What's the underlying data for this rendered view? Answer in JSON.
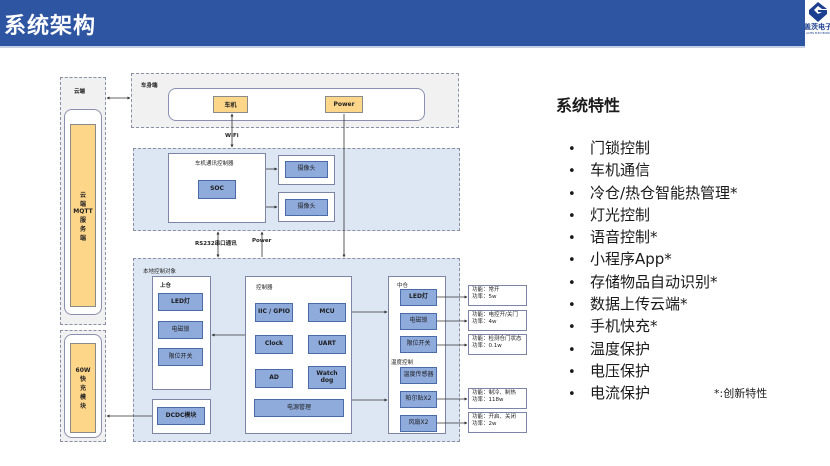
{
  "header": {
    "title": "系统架构",
    "logo": {
      "name_cn": "盖茨电子",
      "name_en": "GATES ELECTRONICS",
      "icon": "gates-logo-icon"
    }
  },
  "colors": {
    "header_bg": "#2e55a2",
    "block_blue": "#8fabdc",
    "block_orange": "#fdd68a",
    "zone_blue": "#dde7f3",
    "zone_grey": "#f1f1f1"
  },
  "diagram": {
    "cloud": {
      "label": "云端",
      "server_label": "云端MQTT服务端",
      "server_lines": [
        "云",
        "端",
        "MQTT",
        "服",
        "务",
        "端"
      ]
    },
    "charger": {
      "label_lines": [
        "60W",
        "快",
        "充",
        "模",
        "块"
      ]
    },
    "vehicle": {
      "label": "车身端",
      "head_unit": "车机",
      "power": "Power"
    },
    "wifi_label": "WiFi",
    "comm": {
      "controller_label": "车机通讯控制器",
      "soc": "SOC",
      "camera1": "摄像头",
      "camera2": "摄像头"
    },
    "rs232_label": "RS232串口通讯",
    "power_label": "Power",
    "local": {
      "label": "本地控制对象",
      "upper": {
        "label": "上仓",
        "items": [
          "LED灯",
          "电磁锁",
          "限位开关"
        ]
      },
      "dcdc": "DCDC模块",
      "controller": {
        "label": "控制器",
        "items": [
          "IIC / GPIO",
          "MCU",
          "Clock",
          "UART",
          "AD",
          "Watch dog"
        ],
        "power_mgmt": "电源管理"
      },
      "middle": {
        "label": "中仓",
        "items": [
          "LED灯",
          "电磁锁",
          "限位开关"
        ]
      },
      "temp": {
        "label": "温度控制",
        "items": [
          "温度传感器",
          "帕尔贴X2",
          "风扇X2"
        ]
      }
    },
    "specs": [
      {
        "func": "功能：常开",
        "power": "功率：5w"
      },
      {
        "func": "功能：电控开/关门",
        "power": "功率：4w"
      },
      {
        "func": "功能：检测仓门状态",
        "power": "功率：0.1w"
      },
      {
        "func": "功能：制冷、制热",
        "power": "功率：118w"
      },
      {
        "func": "功能：开启、关闭",
        "power": "功率：2w"
      }
    ]
  },
  "features": {
    "title": "系统特性",
    "bullet": "•",
    "items": [
      "门锁控制",
      "车机通信",
      "冷仓/热仓智能热管理*",
      "灯光控制",
      "语音控制*",
      "小程序App*",
      "存储物品自动识别*",
      "数据上传云端*",
      "手机快充*",
      "温度保护",
      "电压保护",
      "电流保护"
    ],
    "note": "*:创新特性"
  }
}
